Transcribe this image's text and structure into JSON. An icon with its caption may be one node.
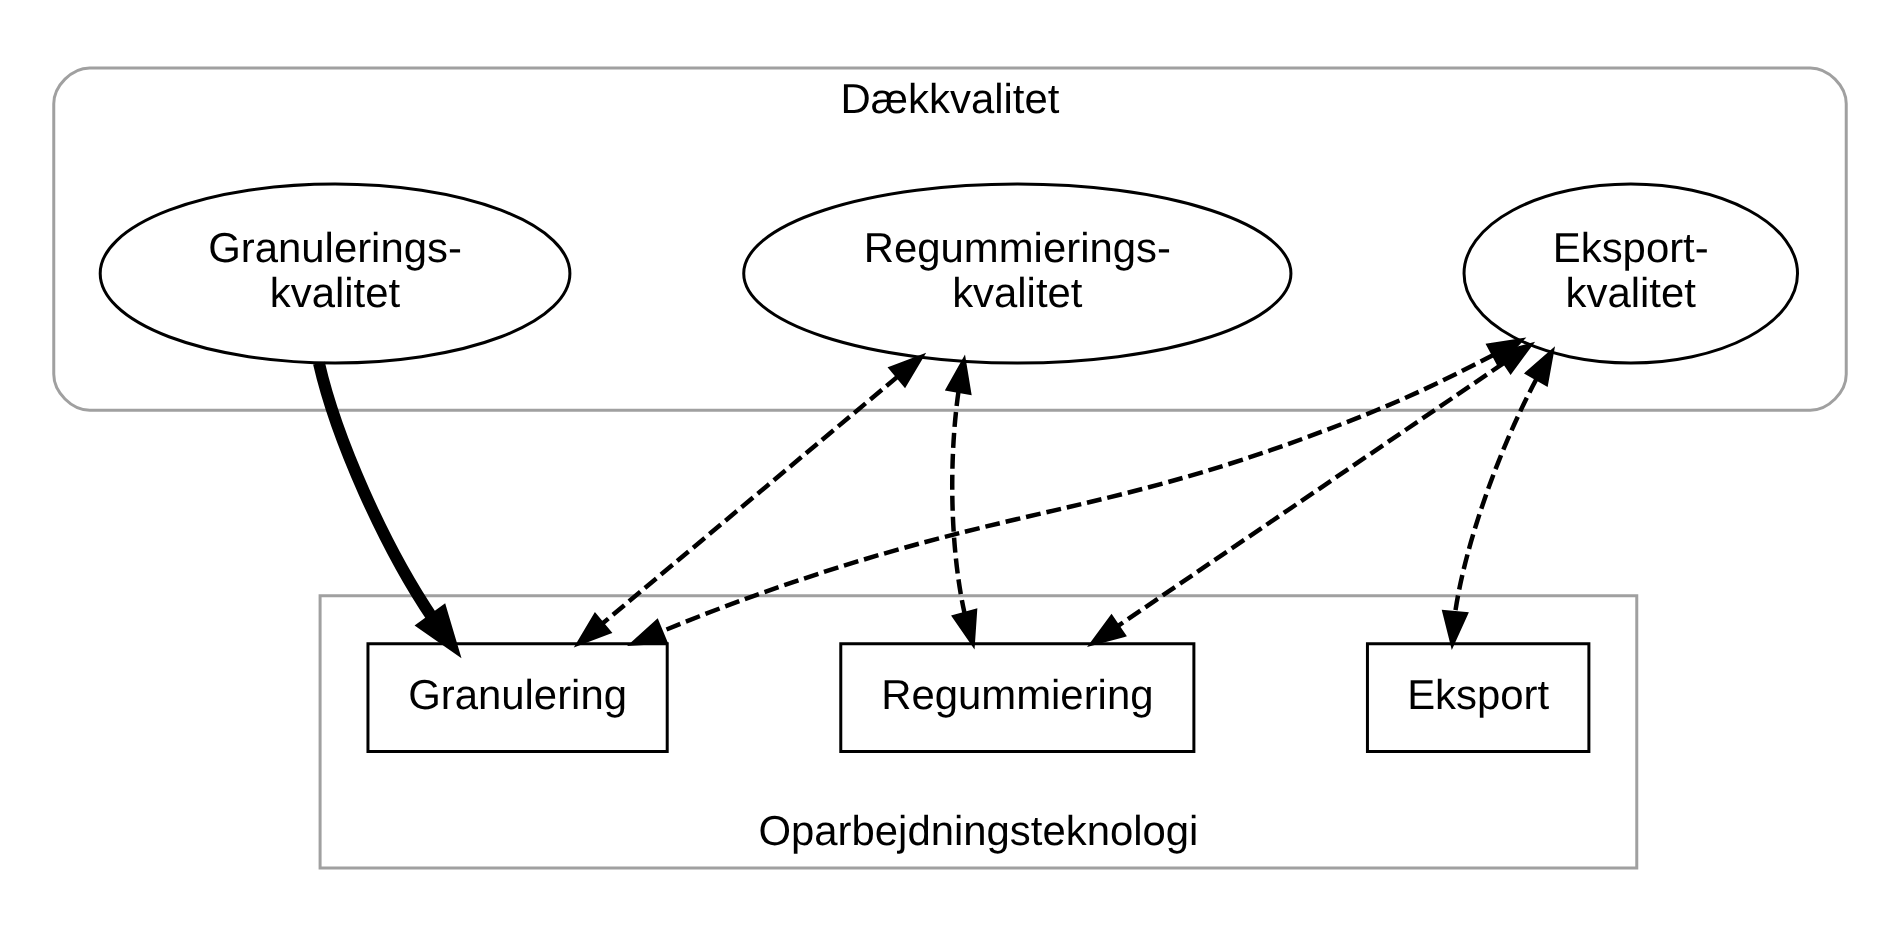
{
  "diagram": {
    "nodes": [
      {
        "text": [
          "Dækkvalitet"
        ]
      },
      {
        "text": [
          "Eksport- kvalitet"
        ],
        "in": 0
      },
      {
        "text": [
          "Regummierings- kvalitet"
        ],
        "in": 0
      },
      {
        "text": [
          "Granulerings- kvalitet"
        ],
        "in": 0
      },
      {
        "text": [
          "Oparbejdningsteknologi"
        ]
      },
      {
        "text": [
          "Eksport"
        ],
        "in": 4
      },
      {
        "text": [
          "Regummiering"
        ],
        "in": 4
      },
      {
        "text": [
          "Granulering"
        ],
        "in": 4
      }
    ],
    "edges": [
      {
        "from": 1,
        "to": 5,
        "arrow": "both",
        "style": "dashed"
      },
      {
        "from": 1,
        "to": 6,
        "arrow": "both",
        "style": "dashed"
      },
      {
        "from": 1,
        "to": 7,
        "arrow": "both",
        "style": "dashed"
      },
      {
        "from": 2,
        "to": 6,
        "arrow": "both",
        "style": "dashed"
      },
      {
        "from": 2,
        "to": 7,
        "arrow": "both",
        "style": "dashed"
      },
      {
        "from": 3,
        "to": 7,
        "arrow": "to",
        "style": "thick"
      }
    ]
  }
}
